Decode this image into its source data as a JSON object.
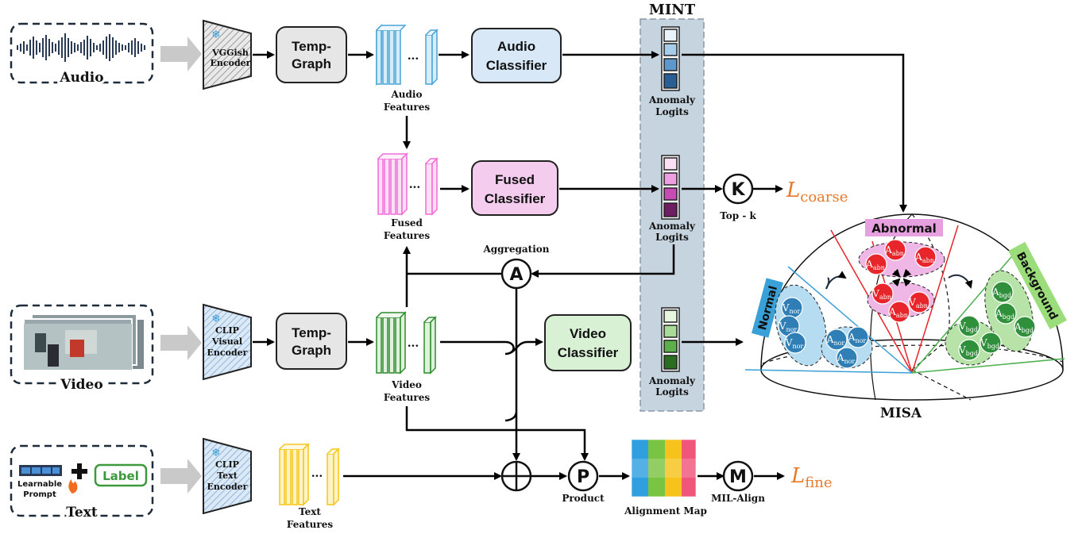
{
  "inputs": {
    "audio": "Audio",
    "video": "Video",
    "text": "Text",
    "learnable_prompt": [
      "Learnable",
      "Prompt"
    ],
    "label_chip": "Label"
  },
  "encoders": {
    "vggish": [
      "VGGish",
      "Encoder"
    ],
    "clip_visual": [
      "CLIP",
      "Visual",
      "Encoder"
    ],
    "clip_text": [
      "CLIP",
      "Text",
      "Encoder"
    ]
  },
  "blocks": {
    "temp_graph": [
      "Temp-",
      "Graph"
    ],
    "audio_classifier": [
      "Audio",
      "Classifier"
    ],
    "fused_classifier": [
      "Fused",
      "Classifier"
    ],
    "video_classifier": [
      "Video",
      "Classifier"
    ]
  },
  "features": {
    "audio": [
      "Audio",
      "Features"
    ],
    "fused": [
      "Fused",
      "Features"
    ],
    "video": [
      "Video",
      "Features"
    ],
    "text": [
      "Text",
      "Features"
    ],
    "ellipsis": "..."
  },
  "mint": {
    "title": "MINT",
    "logits": [
      "Anomaly",
      "Logits"
    ]
  },
  "ops": {
    "topk_symbol": "K",
    "topk_label": "Top - k",
    "aggregation_symbol": "A",
    "aggregation_label": "Aggregation",
    "product_symbol": "P",
    "product_label": "Product",
    "mil_symbol": "M",
    "mil_label": "MIL-Align",
    "alignment_map_label": "Alignment Map",
    "loss_coarse": "L",
    "loss_coarse_sub": "coarse",
    "loss_fine": "L",
    "loss_fine_sub": "fine"
  },
  "misa": {
    "title": "MISA",
    "abnormal": "Abnormal",
    "normal": "Normal",
    "background": "Background",
    "abnormal_nodes": [
      "abn",
      "abn",
      "abn",
      "abn",
      "abn",
      "abn"
    ],
    "normal_nodes": [
      "nor",
      "nor",
      "nor",
      "nor",
      "nor",
      "nor"
    ],
    "background_nodes": [
      "bgd",
      "bgd",
      "bgd",
      "bgd",
      "bgd",
      "bgd"
    ],
    "node_letters": {
      "abnormal": [
        "A",
        "A",
        "A",
        "V",
        "V",
        "A"
      ],
      "normal": [
        "V",
        "V",
        "V",
        "A",
        "A",
        "A"
      ],
      "background": [
        "A",
        "A",
        "A",
        "V",
        "V",
        "V"
      ]
    }
  },
  "colors": {
    "audio_feature": "#4aa3d6",
    "fused_feature": "#f06bd6",
    "video_feature": "#2e8b2e",
    "text_feature": "#f5c518",
    "mint_panel": "#c9d6e0",
    "loss": "#e8792a",
    "abnormal": "#e8252a",
    "normal_blue": "#3aa0d8",
    "background_green": "#2f8f3a"
  }
}
